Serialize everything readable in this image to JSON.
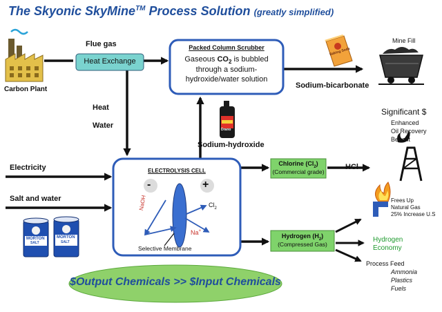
{
  "title": {
    "main": "The Skyonic SkyMine",
    "tm": "TM",
    "main_suffix": " Process Solution",
    "subtitle": "(greatly simplified)"
  },
  "labels": {
    "carbon_plant": "Carbon Plant",
    "flue_gas": "Flue gas",
    "heat": "Heat",
    "water": "Water",
    "electricity": "Electricity",
    "salt_and_water": "Salt and water",
    "sodium_bicarbonate": "Sodium-bicarbonate",
    "sodium_hydroxide": "Sodium-hydroxide",
    "mine_fill": "Mine Fill",
    "significant": "Significant $",
    "eor_line1": "Enhanced",
    "eor_line2": "Oil Recovery",
    "eor_line3": "Benefit",
    "hcl": "HCl",
    "frees_up_line1": "Frees Up",
    "frees_up_line2": "Natural Gas",
    "frees_up_line3": "25% Increase U.S",
    "hydrogen_economy_line1": "Hydrogen",
    "hydrogen_economy_line2": "Economy",
    "process_feed": "Process Feed",
    "feed_items": [
      "Ammonia",
      "Plastics",
      "Fuels"
    ]
  },
  "boxes": {
    "heat_exchange": "Heat Exchange",
    "scrubber": {
      "title": "Packed Column Scrubber",
      "line1_pre": "Gaseous ",
      "line1_co2": "CO",
      "line1_sub": "2",
      "line1_post": " is bubbled",
      "line2": "through a sodium-",
      "line3": "hydroxide/water solution"
    },
    "electrolysis": {
      "title": "ELECTROLYSIS CELL",
      "minus": "-",
      "plus": "+",
      "naoh": "NaOH",
      "cl2": "Cl",
      "cl2_sub": "2",
      "na_plus": "Na",
      "na_plus_sup": "+",
      "membrane": "Selective Membrane"
    },
    "chlorine": {
      "line1": "Chlorine (Cl",
      "line1_sub": "2",
      "line1_end": ")",
      "line2": "(Commercial grade)"
    },
    "hydrogen": {
      "line1": "Hydrogen (H",
      "line1_sub": "2",
      "line1_end": ")",
      "line2": "(Compressed Gas)"
    }
  },
  "footer": "$Output Chemicals >> $Input Chemicals",
  "product_text": {
    "baking_soda": "Baking Soda",
    "morton": "MORTON",
    "salt": "SALT",
    "drano": "Drano"
  },
  "colors": {
    "title": "#1f4e9c",
    "box_border": "#2e5cb8",
    "heat_exchange_fill": "#7ad3cf",
    "product_box_fill": "#7fd36b",
    "footer_fill": "#8fd16a",
    "footer_text": "#1f4e9c",
    "hydrogen_economy": "#1e9a2e",
    "arrow": "#111111"
  }
}
